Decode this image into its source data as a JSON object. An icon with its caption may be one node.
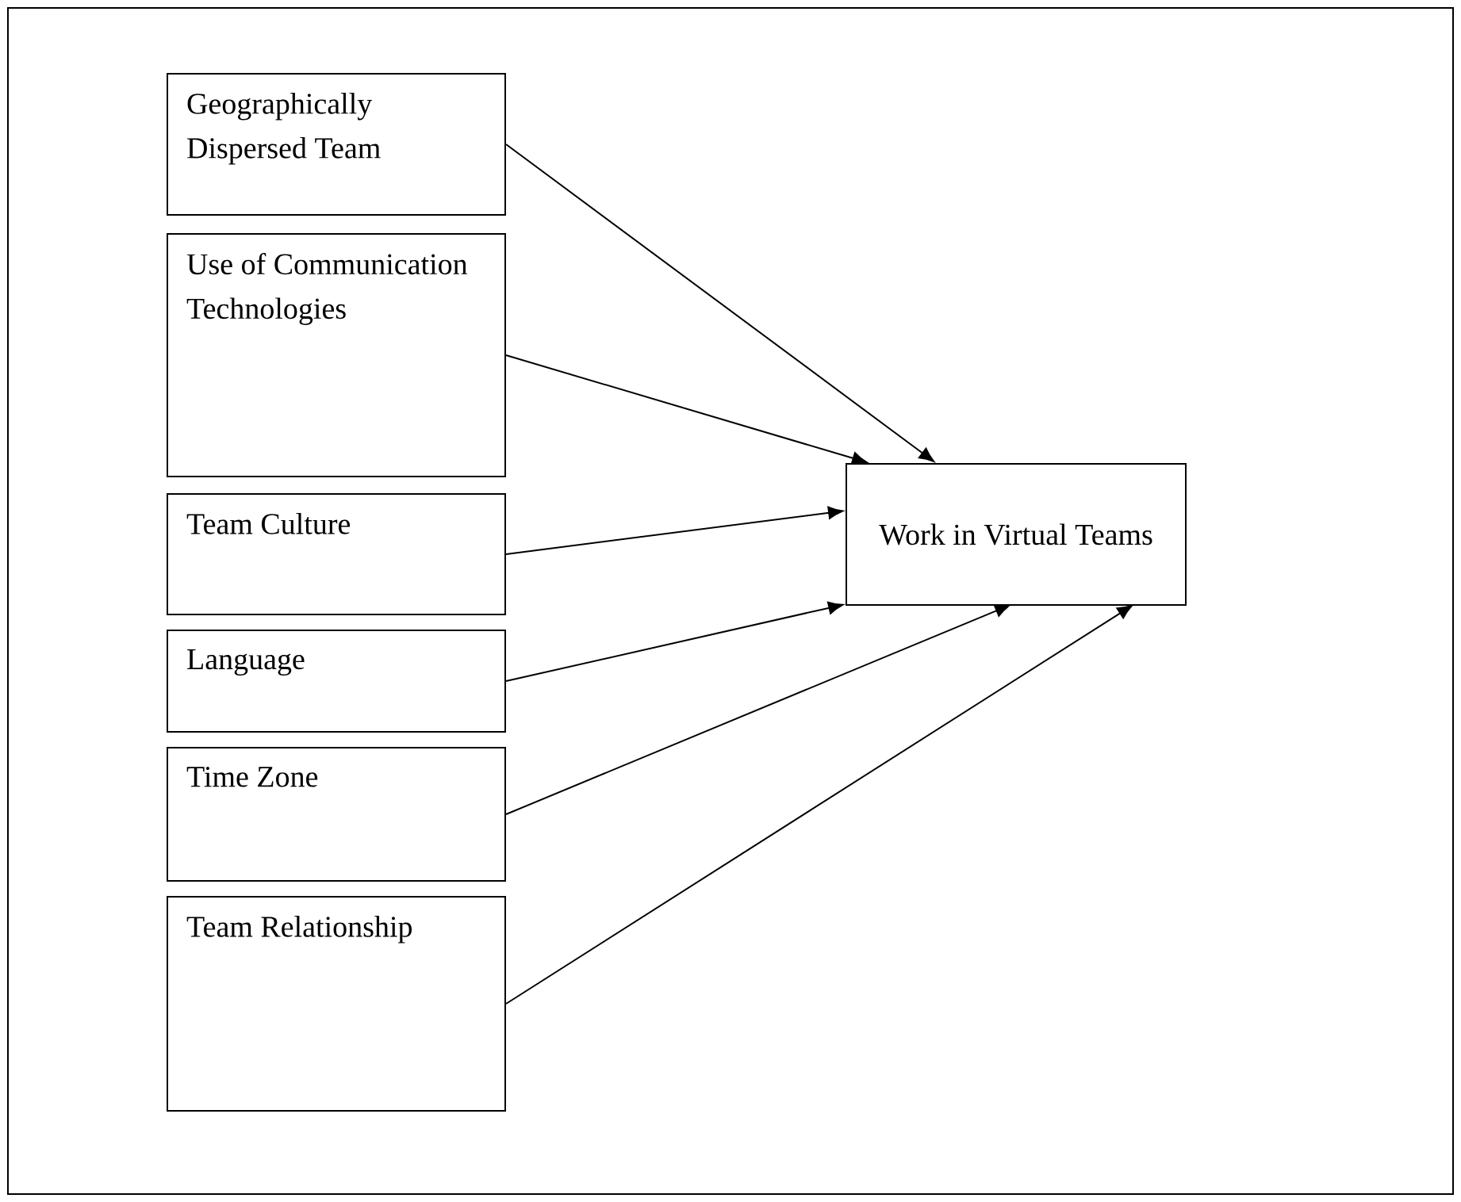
{
  "diagram": {
    "nodes": [
      {
        "text": [
          "Geographically Dispersed Team"
        ]
      },
      {
        "text": [
          "Use of Communication Technologies"
        ]
      },
      {
        "text": [
          "Team Culture"
        ]
      },
      {
        "text": [
          "Language"
        ]
      },
      {
        "text": [
          "Time Zone"
        ]
      },
      {
        "text": [
          "Team Relationship"
        ]
      },
      {
        "text": [
          "Work in Virtual Teams"
        ]
      }
    ],
    "edges": [
      {
        "from": 0,
        "to": 6,
        "arrow": "to"
      },
      {
        "from": 1,
        "to": 6,
        "arrow": "to"
      },
      {
        "from": 2,
        "to": 6,
        "arrow": "to"
      },
      {
        "from": 3,
        "to": 6,
        "arrow": "to"
      },
      {
        "from": 4,
        "to": 6,
        "arrow": "to"
      },
      {
        "from": 5,
        "to": 6,
        "arrow": "to"
      }
    ]
  }
}
